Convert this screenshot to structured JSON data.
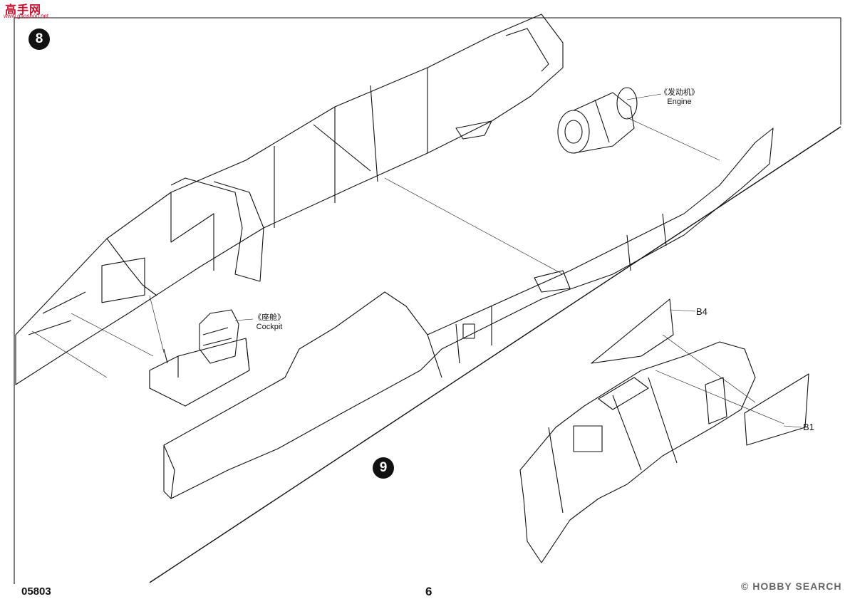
{
  "watermark_top": {
    "title": "高手网",
    "url": "www.gaoshou.net"
  },
  "steps": {
    "step_8": "8",
    "step_9": "9"
  },
  "callouts": {
    "engine_cn": "《发动机》",
    "engine_en": "Engine",
    "cockpit_cn": "《座舱》",
    "cockpit_en": "Cockpit"
  },
  "part_labels": {
    "b4": "B4",
    "b1": "B1"
  },
  "footer": {
    "kit_number": "05803",
    "page_number": "6",
    "watermark": "© HOBBY SEARCH"
  },
  "colors": {
    "line": "#111111",
    "watermark_red": "#c8102e",
    "watermark_grey": "#666666"
  }
}
